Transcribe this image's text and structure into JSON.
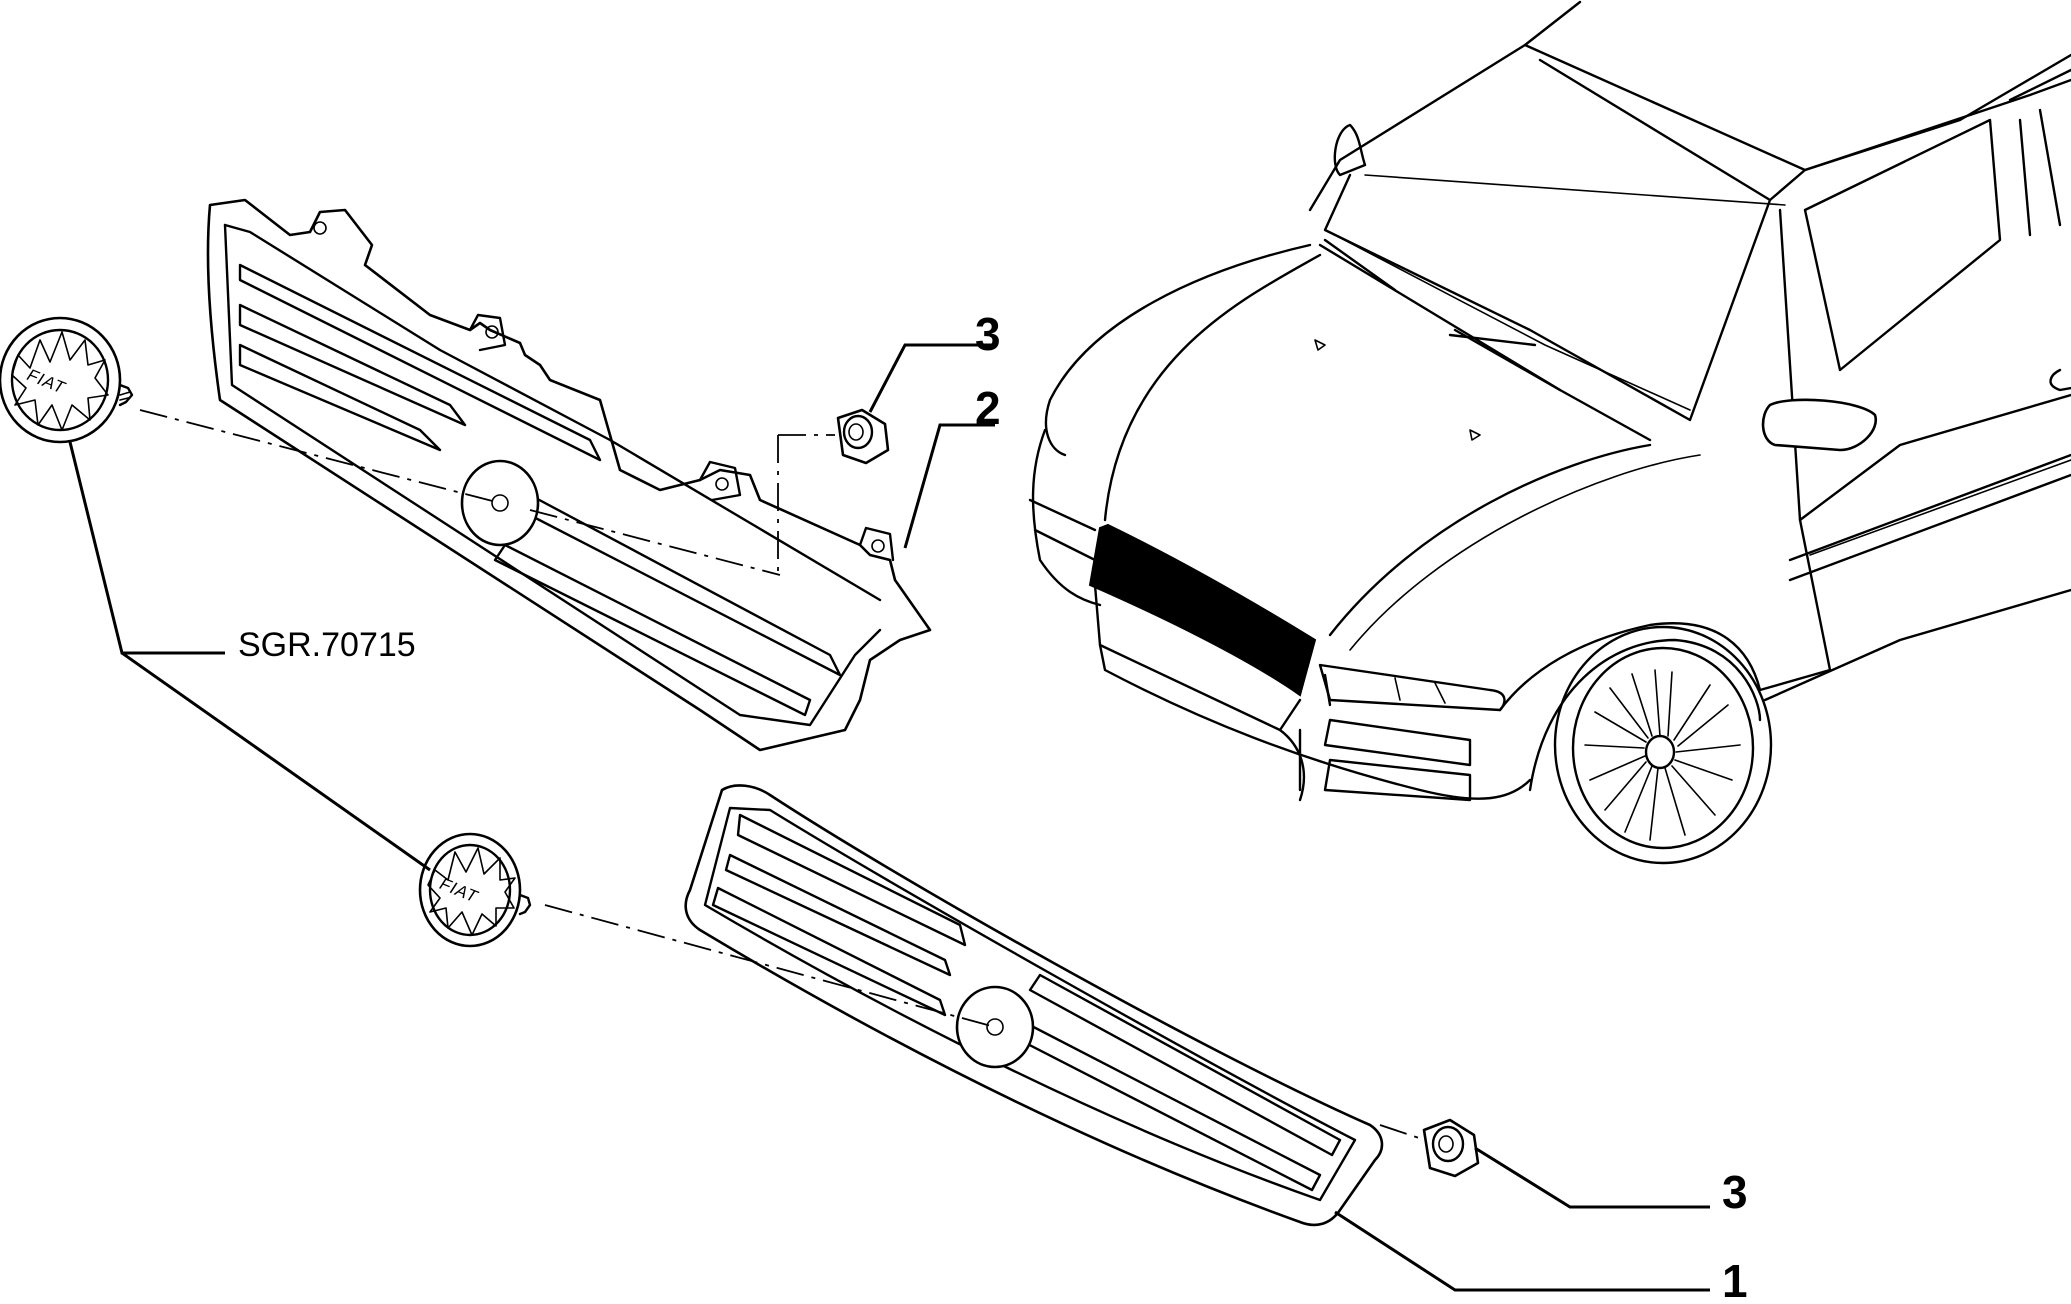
{
  "callouts": {
    "part_1": "1",
    "part_2": "2",
    "part_3_upper": "3",
    "part_3_lower": "3"
  },
  "reference": {
    "code": "SGR.70715"
  },
  "emblem": {
    "upper_text": "FIAT",
    "lower_text": "FIAT"
  },
  "colors": {
    "line": "#000000",
    "background": "#ffffff",
    "highlight": "#000000"
  }
}
